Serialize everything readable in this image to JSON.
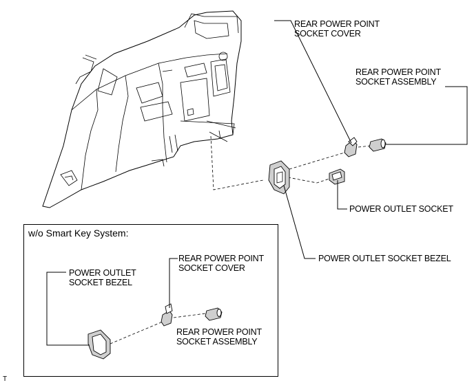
{
  "callouts": {
    "cover_top": [
      "REAR POWER POINT",
      "SOCKET COVER"
    ],
    "assembly_top": [
      "REAR POWER POINT",
      "SOCKET ASSEMBLY"
    ],
    "outlet_socket": "POWER OUTLET SOCKET",
    "bezel_main": "POWER OUTLET SOCKET BEZEL"
  },
  "inset": {
    "title": "w/o Smart Key System:",
    "bezel": [
      "POWER OUTLET",
      "SOCKET BEZEL"
    ],
    "cover": [
      "REAR POWER POINT",
      "SOCKET COVER"
    ],
    "assembly": [
      "REAR POWER POINT",
      "SOCKET ASSEMBLY"
    ]
  },
  "footer_code": "T"
}
